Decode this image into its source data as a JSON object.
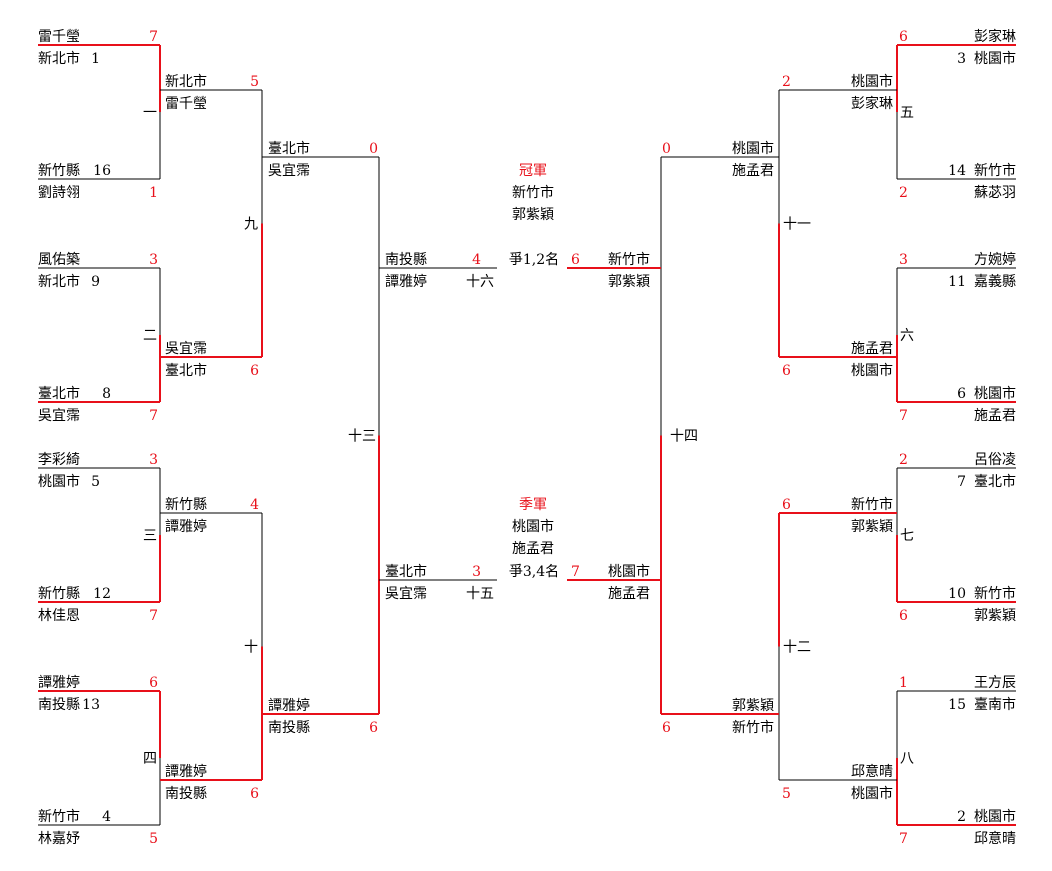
{
  "colors": {
    "win": "#e8101a",
    "line": "#000000",
    "text": "#000000",
    "score": "#e8101a"
  },
  "round1": [
    {
      "id": "r1-m1",
      "no": "一",
      "top": {
        "name": "雷千瑩",
        "team": "新北市",
        "seed": "1",
        "score": "7"
      },
      "bottom": {
        "team": "新竹縣",
        "name": "劉詩翎",
        "seed": "16",
        "score": "1"
      },
      "winner": "top"
    },
    {
      "id": "r1-m2",
      "no": "二",
      "top": {
        "name": "風佑築",
        "team": "新北市",
        "seed": "9",
        "score": "3"
      },
      "bottom": {
        "team": "臺北市",
        "name": "吳宜霈",
        "seed": "8",
        "score": "7"
      },
      "winner": "bottom"
    },
    {
      "id": "r1-m3",
      "no": "三",
      "top": {
        "name": "李彩綺",
        "team": "桃園市",
        "seed": "5",
        "score": "3"
      },
      "bottom": {
        "team": "新竹縣",
        "name": "林佳恩",
        "seed": "12",
        "score": "7"
      },
      "winner": "bottom"
    },
    {
      "id": "r1-m4",
      "no": "四",
      "top": {
        "name": "譚雅婷",
        "team": "南投縣",
        "seed": "13",
        "score": "6"
      },
      "bottom": {
        "team": "新竹市",
        "name": "林嘉妤",
        "seed": "4",
        "score": "5"
      },
      "winner": "top"
    },
    {
      "id": "r1-m5",
      "no": "五",
      "top": {
        "name": "彭家琳",
        "team": "桃園市",
        "seed": "3",
        "score": "6"
      },
      "bottom": {
        "team": "新竹市",
        "name": "蘇苾羽",
        "seed": "14",
        "score": "2"
      },
      "winner": "top"
    },
    {
      "id": "r1-m6",
      "no": "六",
      "top": {
        "name": "方婉婷",
        "team": "嘉義縣",
        "seed": "11",
        "score": "3"
      },
      "bottom": {
        "team": "桃園市",
        "name": "施孟君",
        "seed": "6",
        "score": "7"
      },
      "winner": "bottom"
    },
    {
      "id": "r1-m7",
      "no": "七",
      "top": {
        "name": "呂俗凌",
        "team": "臺北市",
        "seed": "7",
        "score": "2"
      },
      "bottom": {
        "team": "新竹市",
        "name": "郭紫穎",
        "seed": "10",
        "score": "6"
      },
      "winner": "bottom"
    },
    {
      "id": "r1-m8",
      "no": "八",
      "top": {
        "name": "王方辰",
        "team": "臺南市",
        "seed": "15",
        "score": "1"
      },
      "bottom": {
        "team": "桃園市",
        "name": "邱意晴",
        "seed": "2",
        "score": "7"
      },
      "winner": "bottom"
    }
  ],
  "round2": [
    {
      "id": "r2-m9",
      "no": "九",
      "top": {
        "team": "新北市",
        "name": "雷千瑩",
        "score": "5"
      },
      "bottom": {
        "name": "吳宜霈",
        "team": "臺北市",
        "score": "6"
      },
      "winner": "bottom"
    },
    {
      "id": "r2-m10",
      "no": "十",
      "top": {
        "team": "新竹縣",
        "name": "譚雅婷",
        "score": "4"
      },
      "bottom": {
        "name": "譚雅婷",
        "team": "南投縣",
        "score": "6"
      },
      "winner": "bottom"
    },
    {
      "id": "r2-m11",
      "no": "十一",
      "top": {
        "team": "桃園市",
        "name": "彭家琳",
        "score": "2"
      },
      "bottom": {
        "name": "施孟君",
        "team": "桃園市",
        "score": "6"
      },
      "winner": "bottom"
    },
    {
      "id": "r2-m12",
      "no": "十二",
      "top": {
        "team": "新竹市",
        "name": "郭紫穎",
        "score": "6"
      },
      "bottom": {
        "name": "邱意晴",
        "team": "桃園市",
        "score": "5"
      },
      "winner": "top"
    }
  ],
  "round3": [
    {
      "id": "r3-m13",
      "no": "十三",
      "top": {
        "team": "臺北市",
        "name": "吳宜霈",
        "score": "0"
      },
      "bottom": {
        "name": "譚雅婷",
        "team": "南投縣",
        "score": "6"
      },
      "winner": "bottom"
    },
    {
      "id": "r3-m14",
      "no": "十四",
      "top": {
        "team": "桃園市",
        "name": "施孟君",
        "score": "0"
      },
      "bottom": {
        "name": "郭紫穎",
        "team": "新竹市",
        "score": "6"
      },
      "winner": "bottom"
    }
  ],
  "final": {
    "id": "m16",
    "no": "十六",
    "label": "爭1,2名",
    "left": {
      "team": "南投縣",
      "name": "譚雅婷",
      "score": "4"
    },
    "right": {
      "team": "新竹市",
      "name": "郭紫穎",
      "score": "6"
    },
    "winner": "right",
    "result": {
      "title": "冠軍",
      "team": "新竹市",
      "name": "郭紫穎"
    }
  },
  "third": {
    "id": "m15",
    "no": "十五",
    "label": "爭3,4名",
    "left": {
      "team": "臺北市",
      "name": "吳宜霈",
      "score": "3"
    },
    "right": {
      "team": "桃園市",
      "name": "施孟君",
      "score": "7"
    },
    "winner": "right",
    "result": {
      "title": "季軍",
      "team": "桃園市",
      "name": "施孟君"
    }
  }
}
